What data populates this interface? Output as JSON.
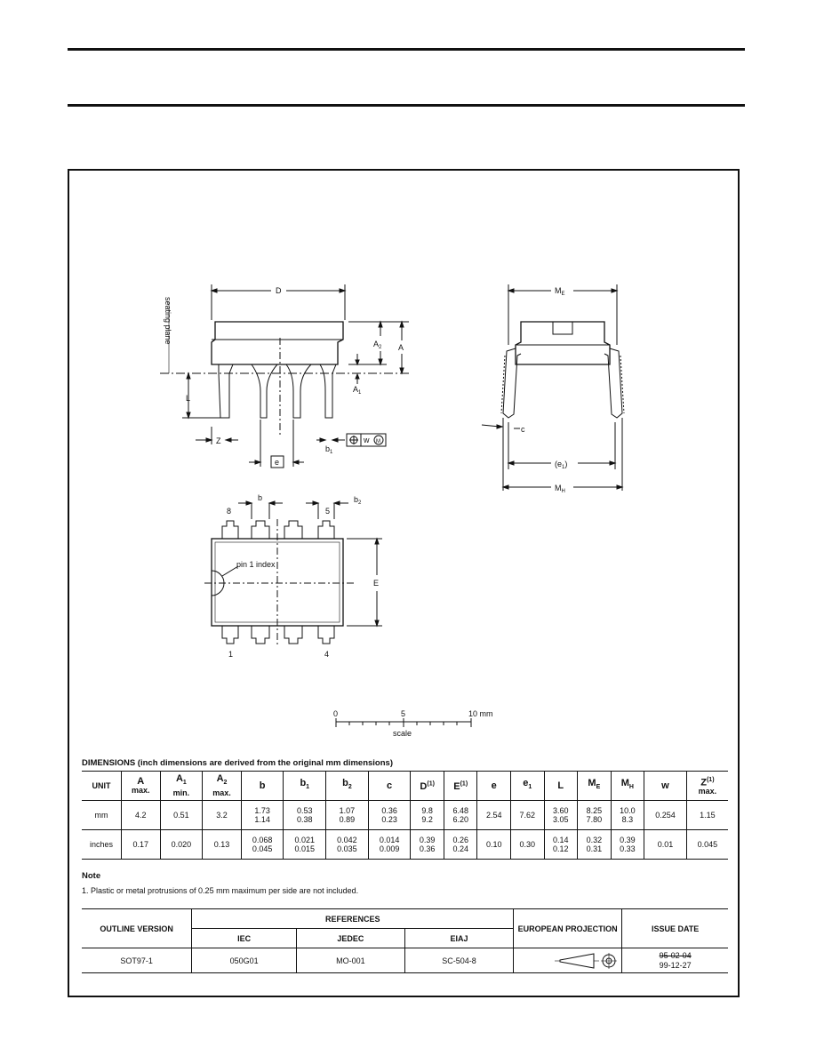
{
  "labels": {
    "D": "D",
    "ME": "M",
    "ME_sub": "E",
    "A2": "A",
    "A2_sub": "2",
    "A": "A",
    "A1": "A",
    "A1_sub": "1",
    "L": "L",
    "seating_plane": "seating plane",
    "Z": "Z",
    "b1": "b",
    "b1_sub": "1",
    "w": "w",
    "M": "M",
    "e": "e",
    "c": "c",
    "e1": "(e",
    "e1_sub": "1",
    "e1_close": ")",
    "MH": "M",
    "MH_sub": "H",
    "b": "b",
    "b2": "b",
    "b2_sub": "2",
    "pin8": "8",
    "pin5": "5",
    "pin1": "1",
    "pin4": "4",
    "pin1_index": "pin 1 index",
    "E": "E",
    "scale_0": "0",
    "scale_5": "5",
    "scale_10": "10 mm",
    "scale": "scale"
  },
  "dimensions": {
    "title": "DIMENSIONS (inch dimensions are derived from the original mm dimensions)",
    "header": {
      "unit": "UNIT",
      "A": "A",
      "A_note": "max.",
      "A1": "A",
      "A1_sub": "1",
      "A1_note": "min.",
      "A2": "A",
      "A2_sub": "2",
      "A2_note": "max.",
      "b": "b",
      "b1": "b",
      "b1_sub": "1",
      "b2": "b",
      "b2_sub": "2",
      "c": "c",
      "D": "D",
      "D_sup": "(1)",
      "E": "E",
      "E_sup": "(1)",
      "e": "e",
      "e1": "e",
      "e1_sub": "1",
      "L": "L",
      "ME": "M",
      "ME_sub": "E",
      "MH": "M",
      "MH_sub": "H",
      "w": "w",
      "Z": "Z",
      "Z_sup": "(1)",
      "Z_note": "max."
    },
    "mm": {
      "unit": "mm",
      "A": "4.2",
      "A1": "0.51",
      "A2": "3.2",
      "b_max": "1.73",
      "b_min": "1.14",
      "b1_max": "0.53",
      "b1_min": "0.38",
      "b2_max": "1.07",
      "b2_min": "0.89",
      "c_max": "0.36",
      "c_min": "0.23",
      "D_max": "9.8",
      "D_min": "9.2",
      "E_max": "6.48",
      "E_min": "6.20",
      "e": "2.54",
      "e1": "7.62",
      "L_max": "3.60",
      "L_min": "3.05",
      "ME_max": "8.25",
      "ME_min": "7.80",
      "MH_max": "10.0",
      "MH_min": "8.3",
      "w": "0.254",
      "Z": "1.15"
    },
    "inches": {
      "unit": "inches",
      "A": "0.17",
      "A1": "0.020",
      "A2": "0.13",
      "b_max": "0.068",
      "b_min": "0.045",
      "b1_max": "0.021",
      "b1_min": "0.015",
      "b2_max": "0.042",
      "b2_min": "0.035",
      "c_max": "0.014",
      "c_min": "0.009",
      "D_max": "0.39",
      "D_min": "0.36",
      "E_max": "0.26",
      "E_min": "0.24",
      "e": "0.10",
      "e1": "0.30",
      "L_max": "0.14",
      "L_min": "0.12",
      "ME_max": "0.32",
      "ME_min": "0.31",
      "MH_max": "0.39",
      "MH_min": "0.33",
      "w": "0.01",
      "Z": "0.045"
    }
  },
  "note": {
    "heading": "Note",
    "text": "1. Plastic or metal protrusions of 0.25 mm maximum per side are not included."
  },
  "outline": {
    "outline_version": "OUTLINE VERSION",
    "references": "REFERENCES",
    "iec": "IEC",
    "jedec": "JEDEC",
    "eiaj": "EIAJ",
    "european_projection": "EUROPEAN PROJECTION",
    "issue_date": "ISSUE DATE",
    "version_value": "SOT97-1",
    "iec_value": "050G01",
    "jedec_value": "MO-001",
    "eiaj_value": "SC-504-8",
    "date_old": "95-02-04",
    "date_new": "99-12-27"
  }
}
